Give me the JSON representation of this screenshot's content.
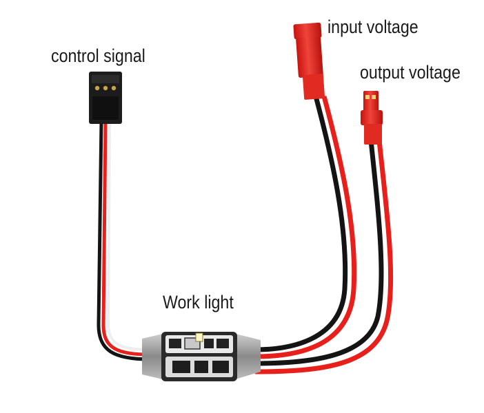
{
  "labels": {
    "control_signal": "control signal",
    "input_voltage": "input voltage",
    "output_voltage": "output voltage",
    "work_light": "Work light"
  },
  "colors": {
    "background": "#ffffff",
    "wire_red": "#e8201c",
    "wire_black": "#141414",
    "wire_white": "#eeeeee",
    "connector_red": "#e52a22",
    "connector_black": "#1c1c1c",
    "module_body": "#2a2a2a"
  }
}
